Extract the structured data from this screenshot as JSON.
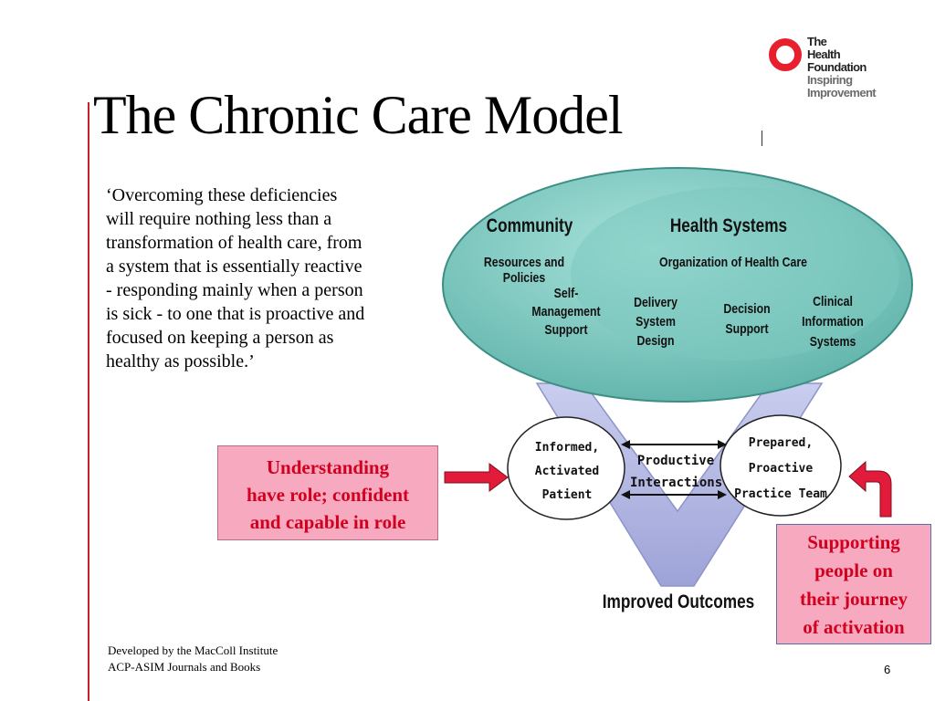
{
  "slide": {
    "title": "The Chronic Care Model",
    "quote": "‘Overcoming these deficiencies\nwill require nothing less than a\ntransformation of health  care, from\na system that is essentially  reactive\n- responding mainly when a person\nis sick - to one that is proactive and\nfocused on keeping a person as\nhealthy as possible.’",
    "footer": "Developed by the MacColl Institute\nACP-ASIM Journals and Books",
    "page_number": "6"
  },
  "logo": {
    "line1": "The",
    "line2": "Health",
    "line3": "Foundation",
    "line4": "Inspiring",
    "line5": "Improvement",
    "ring_color": "#e8202e"
  },
  "diagram": {
    "community": "Community",
    "resources_policies": "Resources and Policies",
    "health_systems": "Health Systems",
    "organization": "Organization of Health Care",
    "self_management": "Self-\nManagement\nSupport",
    "delivery_system": "Delivery\nSystem\nDesign",
    "decision_support": "Decision\nSupport",
    "clinical_info": "Clinical\nInformation\nSystems",
    "patient": "Informed,\nActivated\nPatient",
    "interactions": "Productive\nInteractions",
    "team": "Prepared,\nProactive\nPractice Team",
    "outcomes": "Improved Outcomes"
  },
  "callouts": {
    "understanding": "Understanding\nhave role; confident\nand capable in role",
    "supporting": "Supporting\npeople on\ntheir journey\nof activation"
  },
  "colors": {
    "accent_red": "#d1001f",
    "callout_fill": "#f7a9bf",
    "ellipse_fill": "#8fd4cc",
    "arrow_fill": "#b9bde6"
  }
}
